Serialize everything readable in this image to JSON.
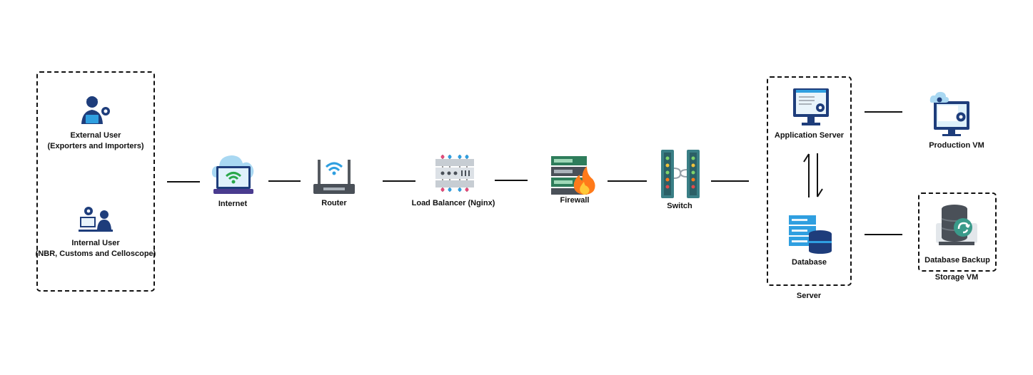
{
  "users": {
    "external": {
      "name": "External User",
      "detail": "(Exporters and Importers)"
    },
    "internal": {
      "name": "Internal User",
      "detail": "(NBR, Customs and Celloscope)"
    }
  },
  "nodes": {
    "internet": "Internet",
    "router": "Router",
    "load_balancer": "Load Balancer (Nginx)",
    "firewall": "Firewall",
    "switch": "Switch"
  },
  "server": {
    "group_label": "Server",
    "application_server": "Application Server",
    "database": "Database"
  },
  "production_vm": "Production VM",
  "storage": {
    "database_backup": "Database Backup",
    "group_label": "Storage VM"
  },
  "icons": [
    "user-gear-icon",
    "admin-computer-icon",
    "cloud-laptop-wifi-icon",
    "router-icon",
    "server-rack-icon",
    "firewall-icon",
    "switch-icon",
    "app-server-icon",
    "database-icon",
    "production-vm-icon",
    "backup-drive-icon",
    "sync-arrows-icon"
  ],
  "colors": {
    "navy": "#1e3d7b",
    "blue": "#2f9fe0",
    "teal": "#3a7f86",
    "fire": "#ff7a1a"
  }
}
